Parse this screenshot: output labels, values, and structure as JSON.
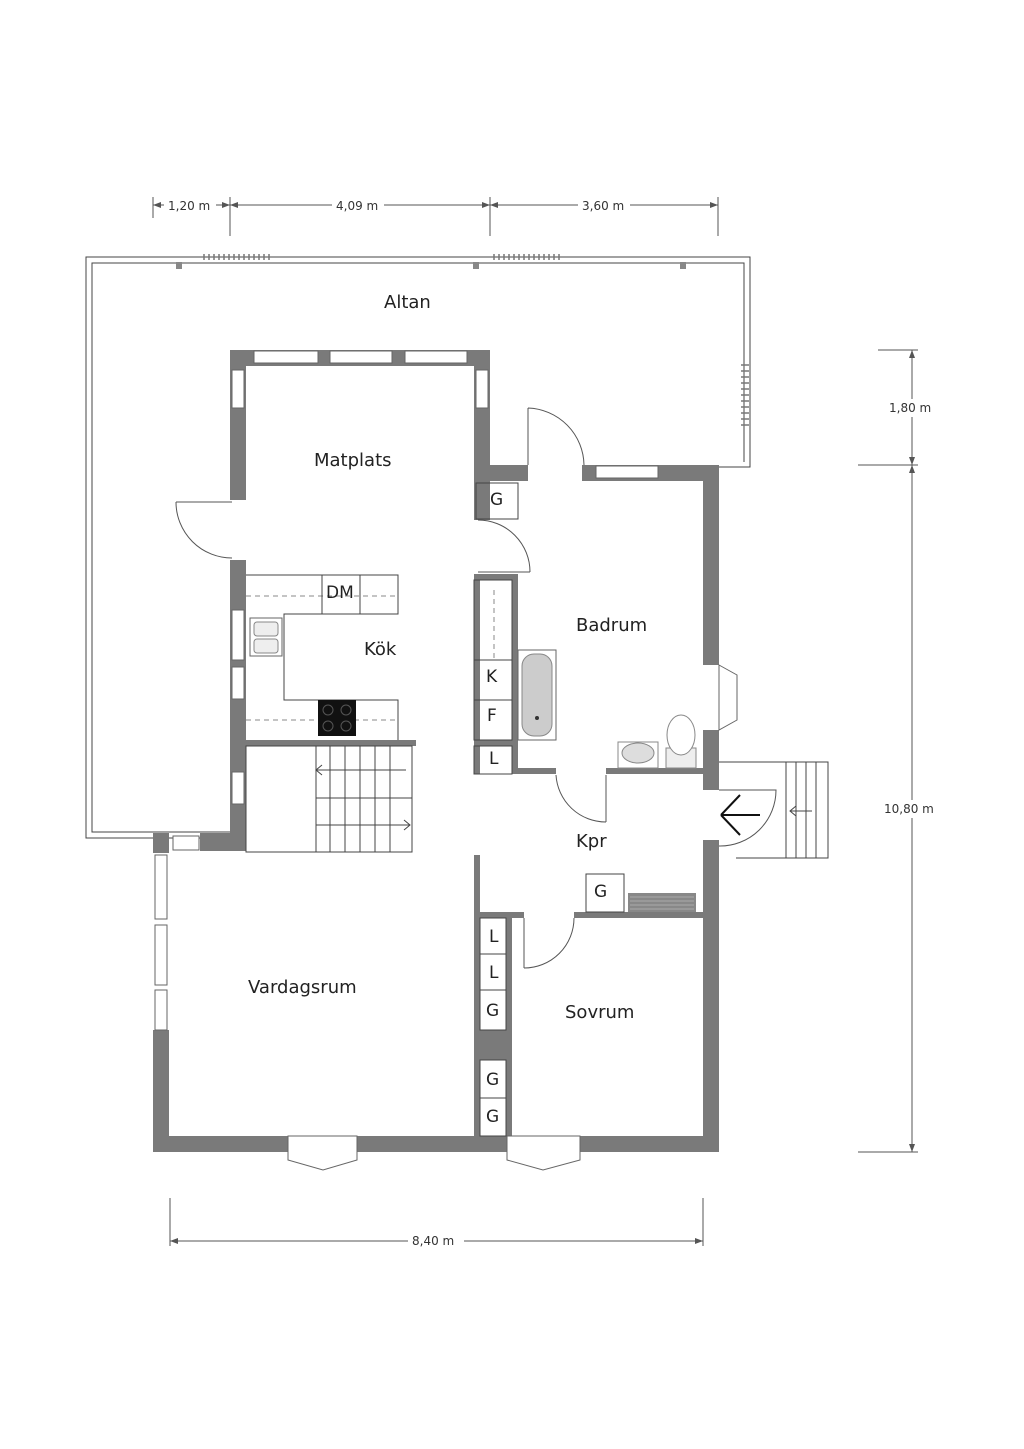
{
  "dimensions": {
    "top_1": "1,20 m",
    "top_2": "4,09 m",
    "top_3": "3,60 m",
    "right_1": "1,80 m",
    "right_2": "10,80 m",
    "bottom": "8,40 m"
  },
  "rooms": {
    "altan": "Altan",
    "matplats": "Matplats",
    "kok": "Kök",
    "badrum": "Badrum",
    "kpr": "Kpr",
    "vardagsrum": "Vardagsrum",
    "sovrum": "Sovrum"
  },
  "fixtures": {
    "dm": "DM",
    "k": "K",
    "f": "F",
    "l_bath": "L",
    "g_top": "G",
    "g_hall": "G",
    "l_1": "L",
    "l_2": "L",
    "g_1": "G",
    "g_2": "G",
    "g_3": "G"
  },
  "colors": {
    "wall": "#7a7a7a",
    "line": "#444444"
  }
}
